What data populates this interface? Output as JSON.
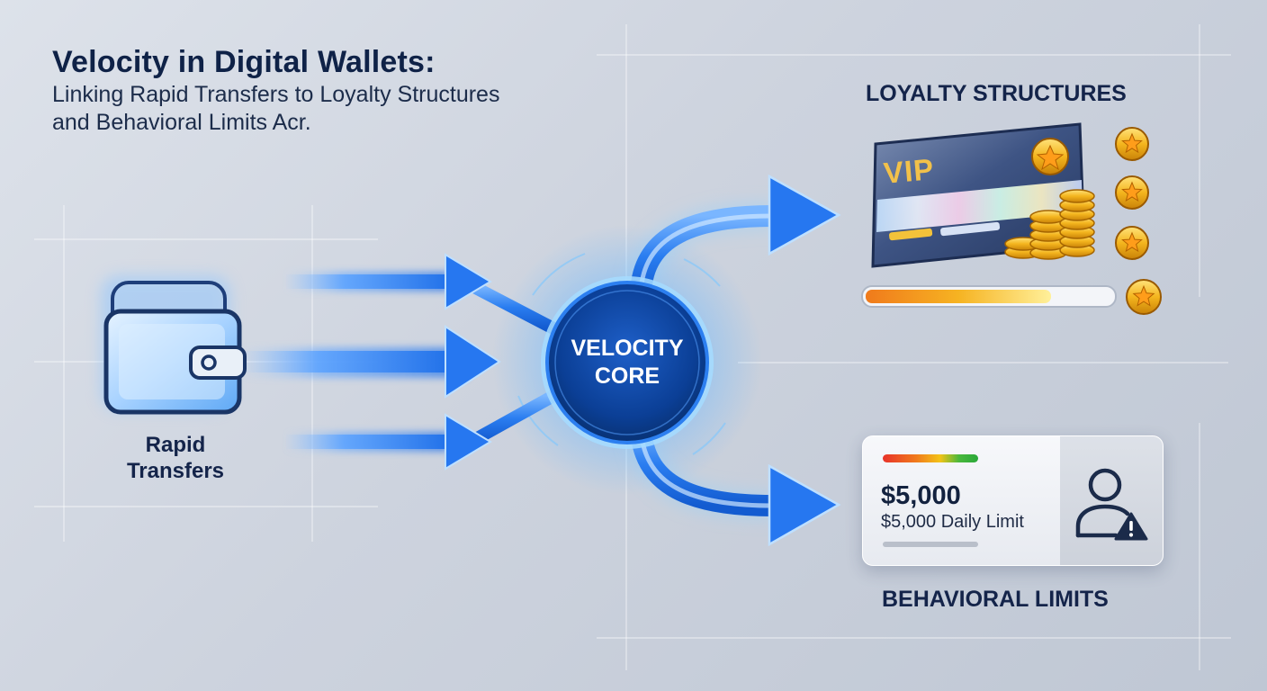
{
  "header": {
    "title": "Velocity in Digital Wallets:",
    "subtitle": "Linking Rapid Transfers to Loyalty Structures and Behavioral Limits Acr."
  },
  "wallet": {
    "label": "Rapid Transfers",
    "icon": "wallet-icon"
  },
  "core": {
    "line1": "VELOCITY",
    "line2": "CORE"
  },
  "loyalty": {
    "title": "LOYALTY STRUCTURES",
    "card_label": "VIP",
    "progress": 0.75,
    "star_badges": 5,
    "icons": [
      "vip-card-icon",
      "star-badge-icon",
      "coin-stack-icon"
    ]
  },
  "limits": {
    "title": "BEHAVIORAL LIMITS",
    "amount": "$5,000",
    "caption": "$5,000 Daily Limit",
    "icons": [
      "user-icon",
      "warning-icon"
    ]
  },
  "colors": {
    "title": "#0f2247",
    "accent_blue": "#2a7df0",
    "core_blue": "#0b3f96",
    "gold": "#f4b51e",
    "background": "#cdd3de"
  }
}
